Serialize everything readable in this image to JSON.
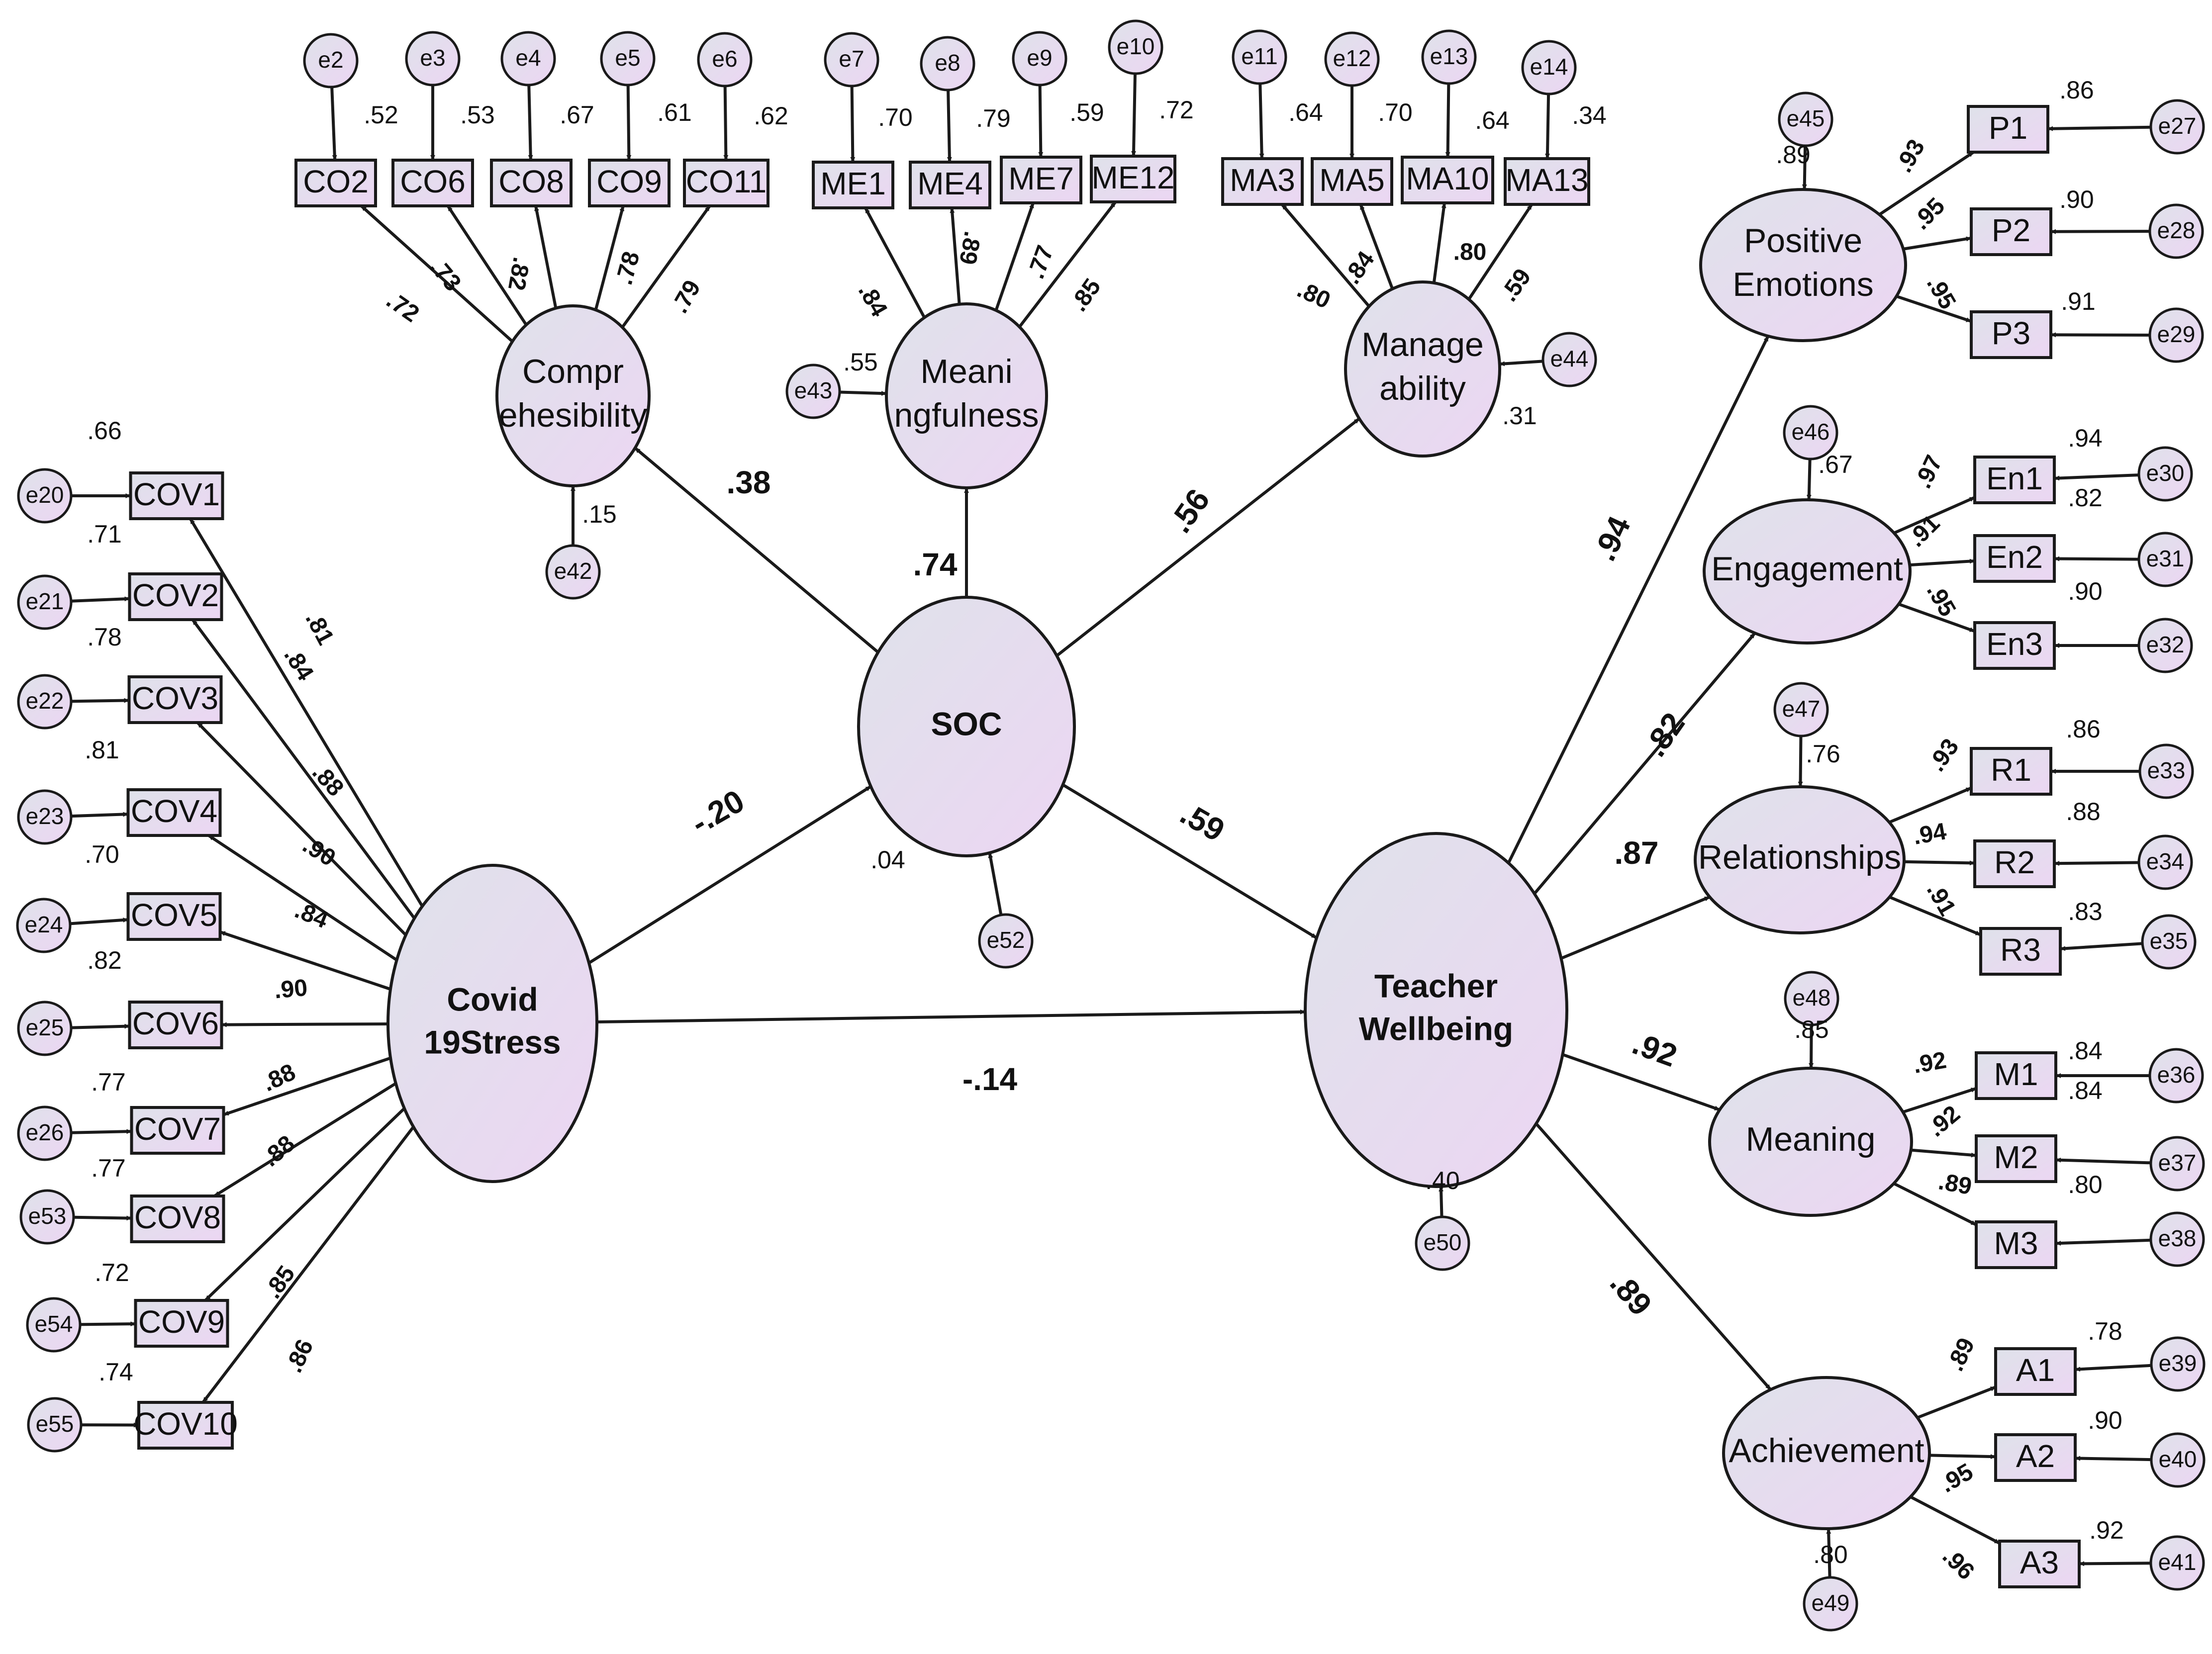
{
  "colors": {
    "node_fill": "#e6d4f1",
    "stroke": "#1a1a1a",
    "text": "#111111",
    "background": "#ffffff"
  },
  "latents": [
    {
      "id": "cov",
      "label": [
        "Covid",
        "19Stress"
      ],
      "bold": true
    },
    {
      "id": "soc",
      "label": [
        "SOC"
      ],
      "bold": true,
      "r2": ".04"
    },
    {
      "id": "tw",
      "label": [
        "Teacher",
        "Wellbeing"
      ],
      "bold": true,
      "r2": ".40"
    },
    {
      "id": "compr",
      "label": [
        "Compr",
        "ehesibility"
      ],
      "r2": ".15"
    },
    {
      "id": "meani",
      "label": [
        "Meani",
        "ngfulness"
      ],
      "r2": ".55"
    },
    {
      "id": "manage",
      "label": [
        "Manage",
        "ability"
      ],
      "r2": ".31"
    },
    {
      "id": "pe",
      "label": [
        "Positive",
        "Emotions"
      ],
      "r2": ".89"
    },
    {
      "id": "eng",
      "label": [
        "Engagement"
      ],
      "r2": ".67"
    },
    {
      "id": "rel",
      "label": [
        "Relationships"
      ],
      "r2": ".76"
    },
    {
      "id": "mea",
      "label": [
        "Meaning"
      ],
      "r2": ".85"
    },
    {
      "id": "ach",
      "label": [
        "Achievement"
      ],
      "r2": ".80"
    }
  ],
  "indicators": [
    {
      "id": "COV1",
      "r2": ".66",
      "loading": ".81",
      "err": "e20"
    },
    {
      "id": "COV2",
      "r2": ".71",
      "loading": ".84",
      "err": "e21"
    },
    {
      "id": "COV3",
      "r2": ".78",
      "loading": ".88",
      "err": "e22"
    },
    {
      "id": "COV4",
      "r2": ".81",
      "loading": ".90",
      "err": "e23"
    },
    {
      "id": "COV5",
      "r2": ".70",
      "loading": ".84",
      "err": "e24"
    },
    {
      "id": "COV6",
      "r2": ".82",
      "loading": ".90",
      "err": "e25"
    },
    {
      "id": "COV7",
      "r2": ".77",
      "loading": ".88",
      "err": "e26"
    },
    {
      "id": "COV8",
      "r2": ".77",
      "loading": ".88",
      "err": "e53"
    },
    {
      "id": "COV9",
      "r2": ".72",
      "loading": ".85",
      "err": "e54"
    },
    {
      "id": "COV10",
      "r2": ".74",
      "loading": ".86",
      "err": "e55"
    },
    {
      "id": "CO2",
      "r2": ".52",
      "loading": ".72",
      "err": "e2"
    },
    {
      "id": "CO6",
      "r2": ".53",
      "loading": ".73",
      "err": "e3"
    },
    {
      "id": "CO8",
      "r2": ".67",
      "loading": ".82",
      "err": "e4"
    },
    {
      "id": "CO9",
      "r2": ".61",
      "loading": ".78",
      "err": "e5"
    },
    {
      "id": "CO11",
      "r2": ".62",
      "loading": ".79",
      "err": "e6"
    },
    {
      "id": "ME1",
      "r2": ".70",
      "loading": ".84",
      "err": "e7"
    },
    {
      "id": "ME4",
      "r2": ".79",
      "loading": ".89",
      "err": "e8"
    },
    {
      "id": "ME7",
      "r2": ".59",
      "loading": ".77",
      "err": "e9"
    },
    {
      "id": "ME12",
      "r2": ".72",
      "loading": ".85",
      "err": "e10"
    },
    {
      "id": "MA3",
      "r2": ".64",
      "loading": ".80",
      "err": "e11"
    },
    {
      "id": "MA5",
      "r2": ".70",
      "loading": ".84",
      "err": "e12"
    },
    {
      "id": "MA10",
      "r2": ".64",
      "loading": ".80",
      "err": "e13"
    },
    {
      "id": "MA13",
      "r2": ".34",
      "loading": ".59",
      "err": "e14"
    },
    {
      "id": "P1",
      "r2": ".86",
      "loading": ".93",
      "err": "e27"
    },
    {
      "id": "P2",
      "r2": ".90",
      "loading": ".95",
      "err": "e28"
    },
    {
      "id": "P3",
      "r2": ".91",
      "loading": ".95",
      "err": "e29"
    },
    {
      "id": "En1",
      "r2": ".94",
      "loading": ".97",
      "err": "e30"
    },
    {
      "id": "En2",
      "r2": ".82",
      "loading": ".91",
      "err": "e31"
    },
    {
      "id": "En3",
      "r2": ".90",
      "loading": ".95",
      "err": "e32"
    },
    {
      "id": "R1",
      "r2": ".86",
      "loading": ".93",
      "err": "e33"
    },
    {
      "id": "R2",
      "r2": ".88",
      "loading": ".94",
      "err": "e34"
    },
    {
      "id": "R3",
      "r2": ".83",
      "loading": ".91",
      "err": "e35"
    },
    {
      "id": "M1",
      "r2": ".84",
      "loading": ".92",
      "err": "e36"
    },
    {
      "id": "M2",
      "r2": ".84",
      "loading": ".92",
      "err": "e37"
    },
    {
      "id": "M3",
      "r2": ".80",
      "loading": ".89",
      "err": "e38"
    },
    {
      "id": "A1",
      "r2": ".78",
      "loading": ".89",
      "err": "e39"
    },
    {
      "id": "A2",
      "r2": ".90",
      "loading": ".95",
      "err": "e40"
    },
    {
      "id": "A3",
      "r2": ".92",
      "loading": ".96",
      "err": "e41"
    }
  ],
  "latent_errors": [
    {
      "id": "e42",
      "target": "compr"
    },
    {
      "id": "e43",
      "target": "meani"
    },
    {
      "id": "e44",
      "target": "manage"
    },
    {
      "id": "e52",
      "target": "soc"
    },
    {
      "id": "e50",
      "target": "tw"
    },
    {
      "id": "e45",
      "target": "pe"
    },
    {
      "id": "e46",
      "target": "eng"
    },
    {
      "id": "e47",
      "target": "rel"
    },
    {
      "id": "e48",
      "target": "mea"
    },
    {
      "id": "e49",
      "target": "ach"
    }
  ],
  "structural_paths": [
    {
      "from": "cov",
      "to": "soc",
      "coef": "-.20"
    },
    {
      "from": "cov",
      "to": "tw",
      "coef": "-.14"
    },
    {
      "from": "soc",
      "to": "tw",
      "coef": ".59"
    },
    {
      "from": "soc",
      "to": "compr",
      "coef": ".38"
    },
    {
      "from": "soc",
      "to": "meani",
      "coef": ".74"
    },
    {
      "from": "soc",
      "to": "manage",
      "coef": ".56"
    },
    {
      "from": "tw",
      "to": "pe",
      "coef": ".94"
    },
    {
      "from": "tw",
      "to": "eng",
      "coef": ".82"
    },
    {
      "from": "tw",
      "to": "rel",
      "coef": ".87"
    },
    {
      "from": "tw",
      "to": "mea",
      "coef": ".92"
    },
    {
      "from": "tw",
      "to": "ach",
      "coef": ".89"
    }
  ]
}
